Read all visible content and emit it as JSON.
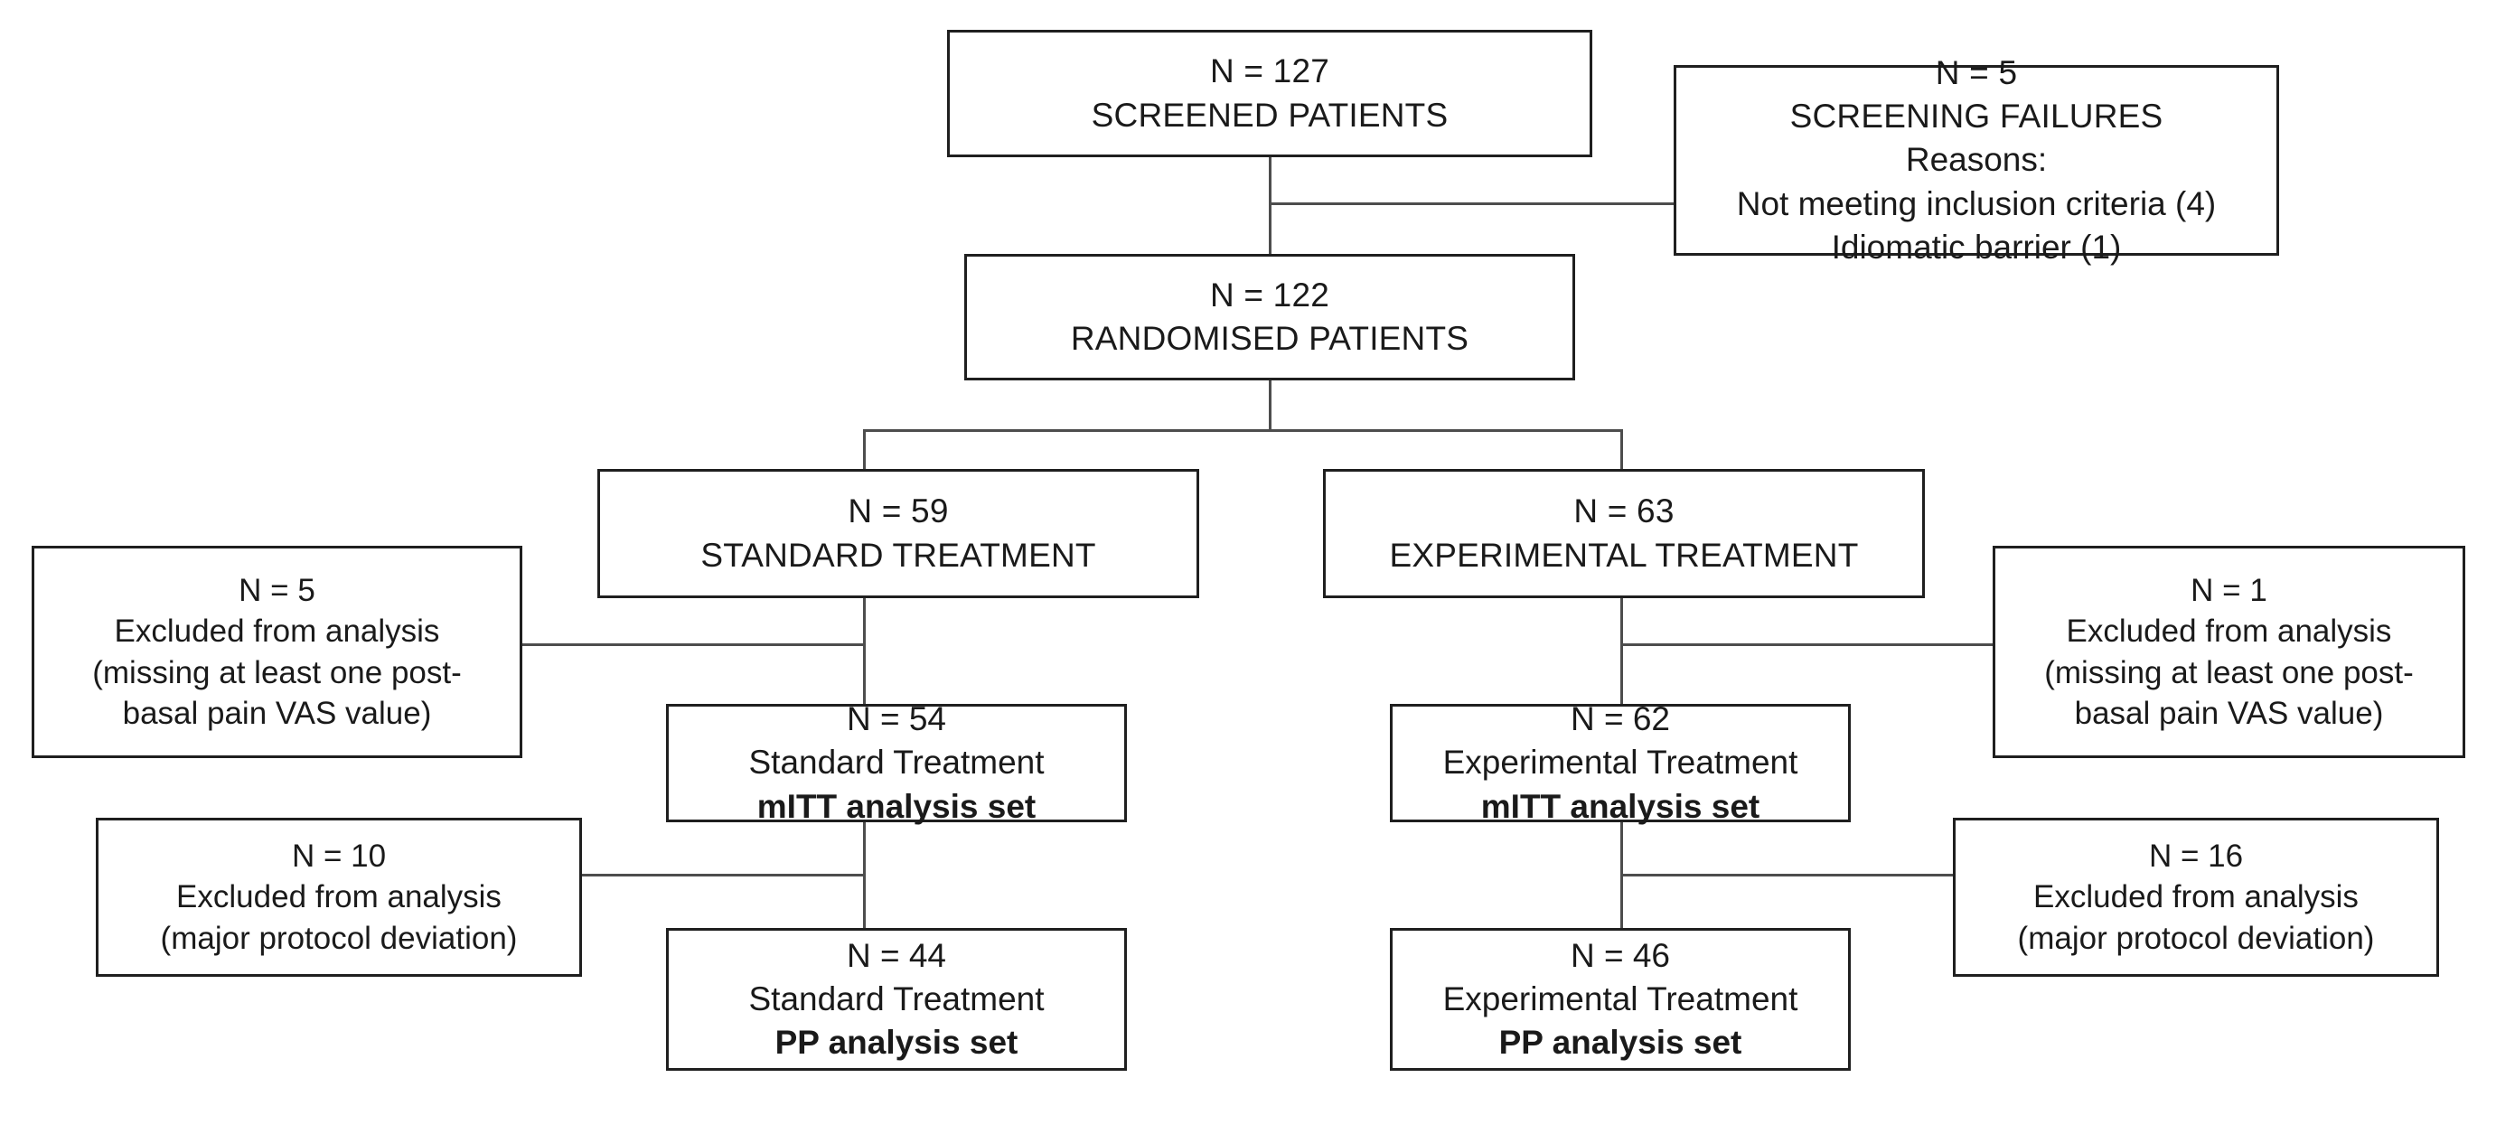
{
  "diagram": {
    "type": "consort-flow-diagram",
    "title": "CONSORT patient flow diagram",
    "colors": {
      "box_border": "#1f1f1f",
      "connector": "#4d4d4d",
      "background": "#ffffff",
      "text": "#1a1a1a"
    },
    "nodes": {
      "screened": {
        "n_label": "N = 127",
        "title": "SCREENED PATIENTS"
      },
      "screening_failures": {
        "n_label": "N = 5",
        "title": "SCREENING FAILURES",
        "reasons_label": "Reasons:",
        "reason_1": "Not meeting inclusion criteria (4)",
        "reason_2": "Idiomatic barrier (1)"
      },
      "randomised": {
        "n_label": "N = 122",
        "title": "RANDOMISED PATIENTS"
      },
      "standard_treatment": {
        "n_label": "N = 59",
        "title": "STANDARD TREATMENT"
      },
      "experimental_treatment": {
        "n_label": "N = 63",
        "title": "EXPERIMENTAL TREATMENT"
      },
      "excluded_standard_mitt": {
        "n_label": "N = 5",
        "line_1": "Excluded from analysis",
        "line_2": "(missing at least one post-",
        "line_3": "basal pain VAS value)"
      },
      "excluded_experimental_mitt": {
        "n_label": "N = 1",
        "line_1": "Excluded from analysis",
        "line_2": "(missing at least one post-",
        "line_3": "basal pain VAS value)"
      },
      "standard_mitt": {
        "n_label": "N = 54",
        "arm": "Standard Treatment",
        "set_label": "mITT analysis set"
      },
      "experimental_mitt": {
        "n_label": "N = 62",
        "arm": "Experimental Treatment",
        "set_label": "mITT analysis set"
      },
      "excluded_standard_pp": {
        "n_label": "N = 10",
        "line_1": "Excluded from analysis",
        "line_2": "(major protocol deviation)"
      },
      "excluded_experimental_pp": {
        "n_label": "N = 16",
        "line_1": "Excluded from analysis",
        "line_2": "(major protocol deviation)"
      },
      "standard_pp": {
        "n_label": "N = 44",
        "arm": "Standard Treatment",
        "set_label": "PP analysis set"
      },
      "experimental_pp": {
        "n_label": "N = 46",
        "arm": "Experimental Treatment",
        "set_label": "PP analysis set"
      }
    }
  }
}
